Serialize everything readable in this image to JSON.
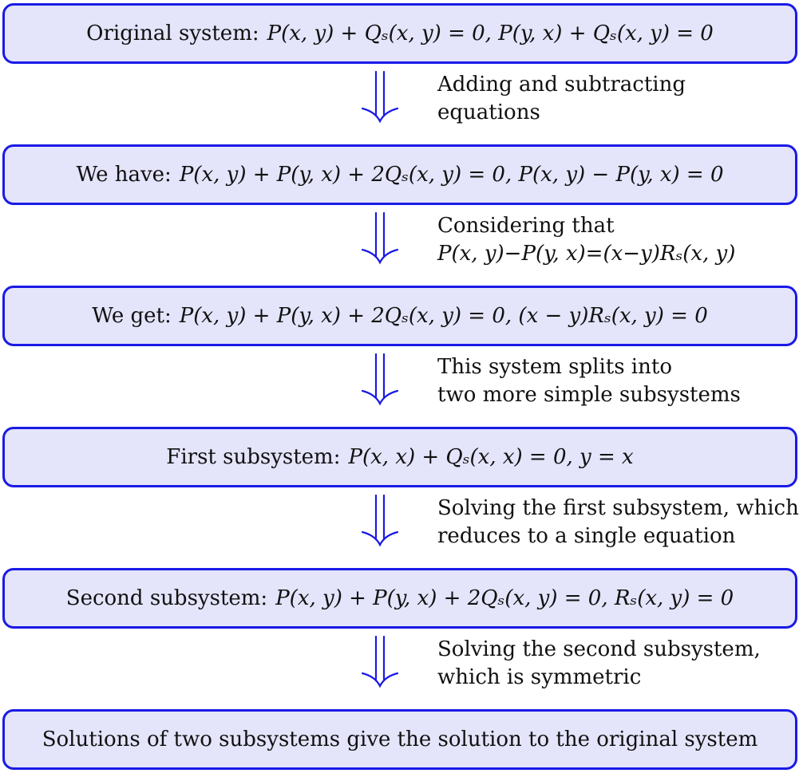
{
  "colors": {
    "box_border": "#1a1ae6",
    "box_fill": "#e4e4fb",
    "arrow": "#1a1ae6",
    "text": "#111111"
  },
  "steps": [
    {
      "prefix": "Original system:",
      "equation": "P(x, y) + Qₛ(x, y) = 0,   P(y, x) + Qₛ(x, y) = 0"
    },
    {
      "prefix": "We have:",
      "equation": "P(x, y) + P(y, x) + 2Qₛ(x, y) = 0,   P(x, y) − P(y, x) = 0"
    },
    {
      "prefix": "We get:",
      "equation": "P(x, y) + P(y, x) + 2Qₛ(x, y) = 0,   (x − y)Rₛ(x, y) = 0"
    },
    {
      "prefix": "First subsystem:",
      "equation": "P(x, x) + Qₛ(x, x) = 0,   y = x"
    },
    {
      "prefix": "Second subsystem:",
      "equation": "P(x, y) + P(y, x) + 2Qₛ(x, y) = 0,   Rₛ(x, y) = 0"
    },
    {
      "prefix": "Solutions of two subsystems give the solution to the original system",
      "equation": ""
    }
  ],
  "transitions": [
    {
      "icon": "double-down-arrow-icon",
      "line1": "Adding and subtracting",
      "line2": "equations"
    },
    {
      "icon": "double-down-arrow-icon",
      "line1": "Considering that",
      "line2": "P(x, y)−P(y, x)=(x−y)Rₛ(x, y)"
    },
    {
      "icon": "double-down-arrow-icon",
      "line1": "This system splits into",
      "line2": "two more simple subsystems"
    },
    {
      "icon": "double-down-arrow-icon",
      "line1": "Solving the first subsystem, which",
      "line2": "reduces to a single equation"
    },
    {
      "icon": "double-down-arrow-icon",
      "line1": "Solving the second subsystem,",
      "line2": "which is symmetric"
    }
  ]
}
